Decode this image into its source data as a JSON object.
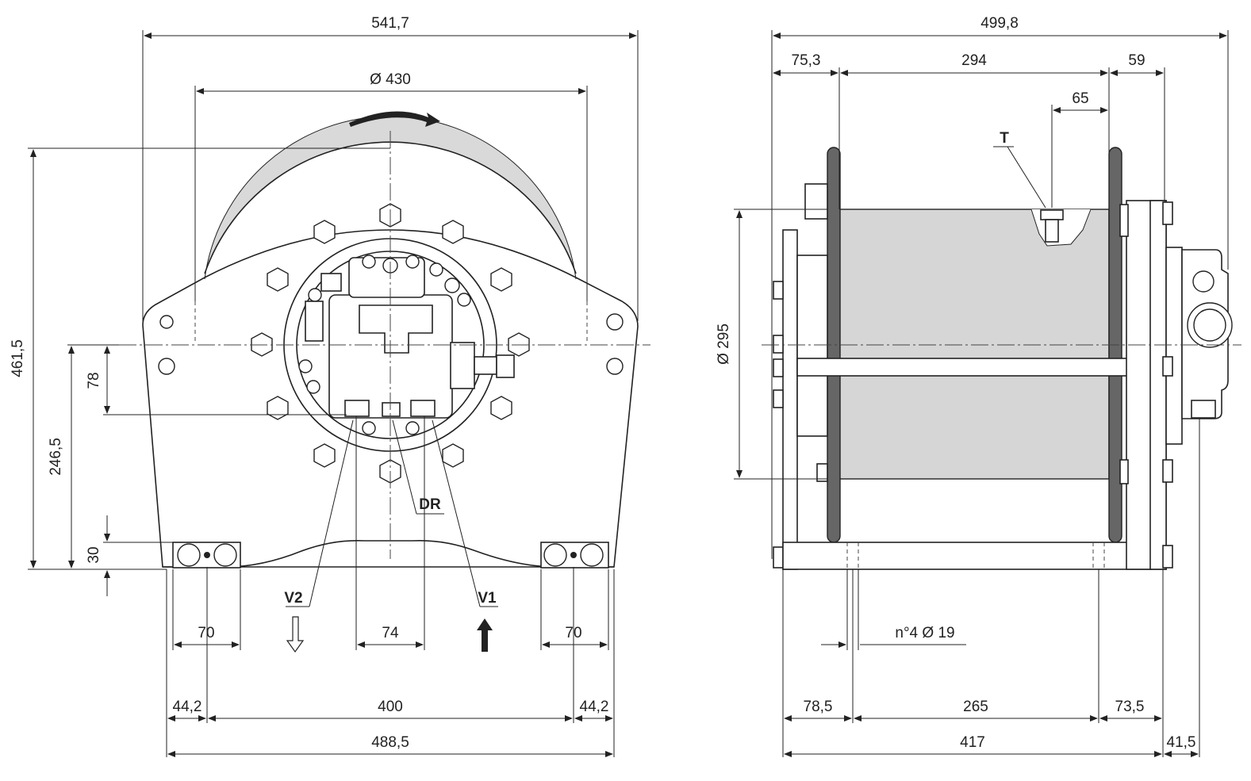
{
  "front_view": {
    "overall_width": "541,7",
    "drum_diameter": "Ø 430",
    "overall_height": "461,5",
    "axis_height": "246,5",
    "port_offset": "78",
    "foot_height": "30",
    "foot_left_width": "70",
    "port_spacing": "74",
    "foot_right_width": "70",
    "edge_left": "44,2",
    "bolt_spacing": "400",
    "edge_right": "44,2",
    "base_width": "488,5",
    "port_v2": "V2",
    "port_dr": "DR",
    "port_v1": "V1"
  },
  "side_view": {
    "overall_length": "499,8",
    "left_offset": "75,3",
    "drum_length": "294",
    "right_offset": "59",
    "tank_port_offset": "65",
    "port_t": "T",
    "drum_diameter": "Ø 295",
    "mounting_holes": "n°4 Ø 19",
    "base_left": "78,5",
    "base_spacing": "265",
    "base_right": "73,5",
    "base_length": "417",
    "motor_overhang": "41,5"
  }
}
